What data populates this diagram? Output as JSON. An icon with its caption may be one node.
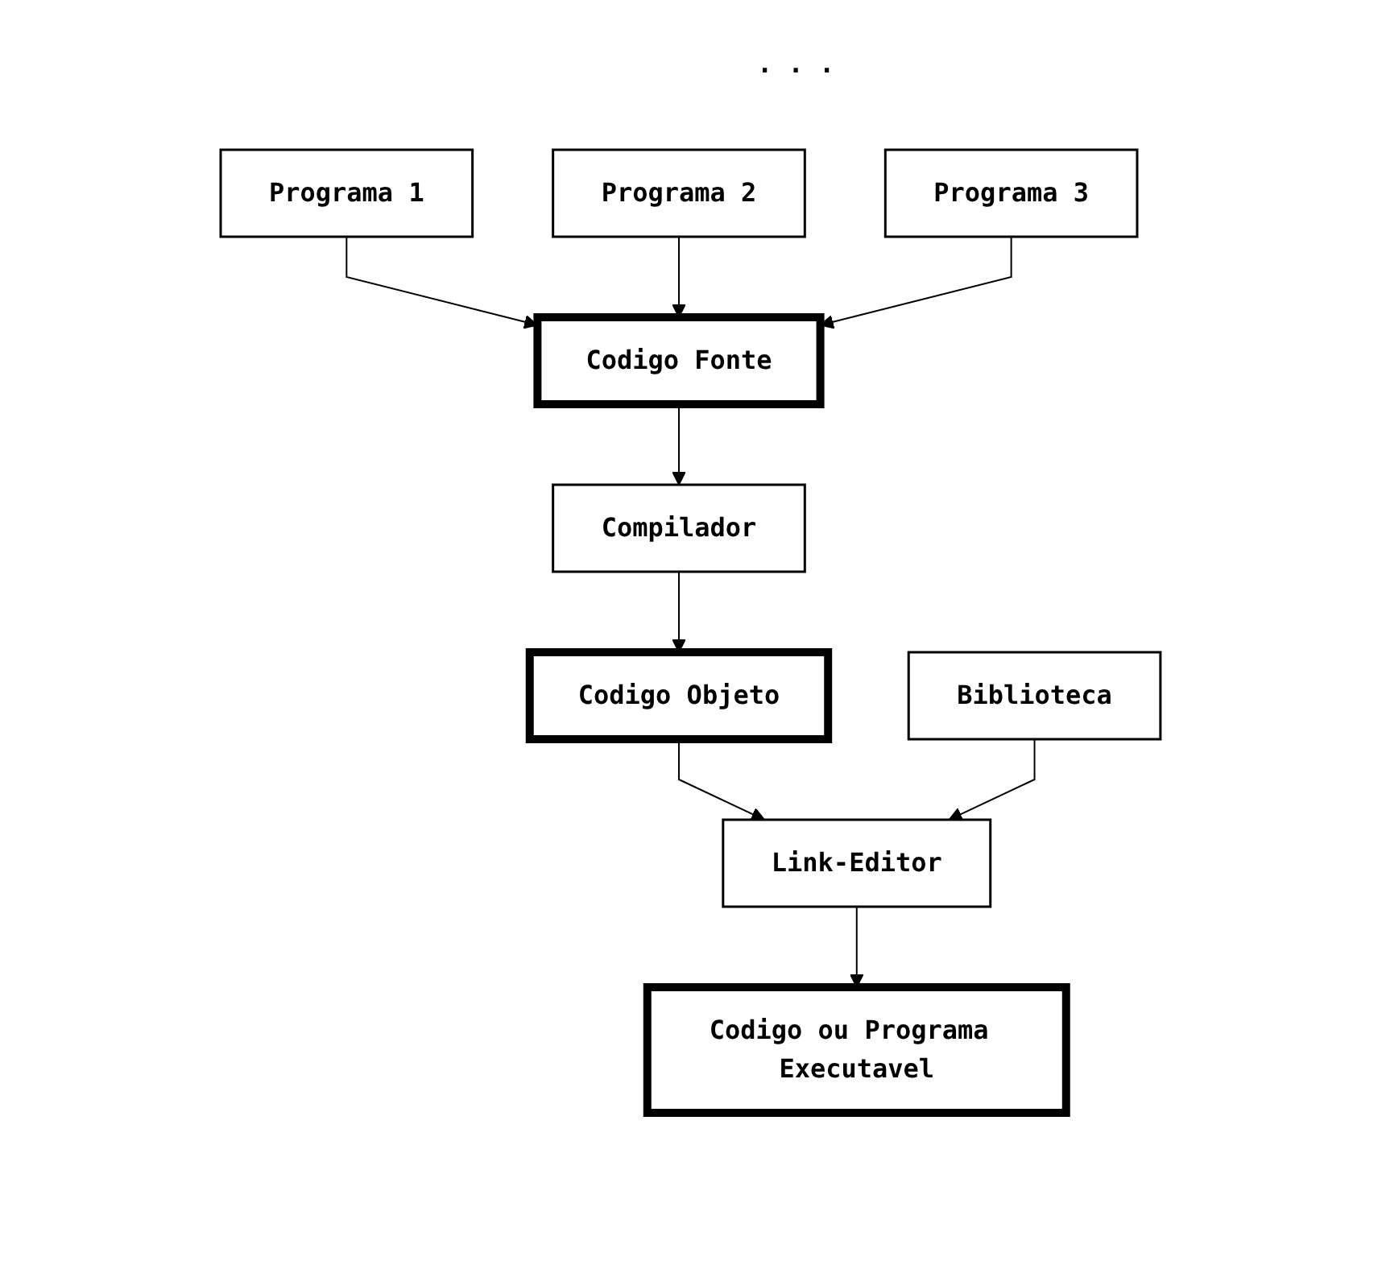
{
  "diagram": {
    "nodes": [
      {
        "text": [
          "Programa 1"
        ]
      },
      {
        "text": [
          "Programa 2"
        ]
      },
      {
        "text": [
          "Programa 3"
        ]
      },
      {
        "text": [
          "Codigo Fonte"
        ]
      },
      {
        "text": [
          "Compilador"
        ]
      },
      {
        "text": [
          "Codigo Objeto"
        ]
      },
      {
        "text": [
          "Biblioteca"
        ]
      },
      {
        "text": [
          "Link-Editor"
        ]
      },
      {
        "text": [
          "Codigo ou Programa Executavel"
        ]
      }
    ],
    "edges": [
      {
        "from": 0,
        "to": 3,
        "arrow": "to"
      },
      {
        "from": 1,
        "to": 3,
        "arrow": "to"
      },
      {
        "from": 2,
        "to": 3,
        "arrow": "to"
      },
      {
        "from": 3,
        "to": 4,
        "arrow": "to"
      },
      {
        "from": 4,
        "to": 5,
        "arrow": "to"
      },
      {
        "from": 5,
        "to": 7,
        "arrow": "to"
      },
      {
        "from": 6,
        "to": 7,
        "arrow": "to"
      },
      {
        "from": 7,
        "to": 8,
        "arrow": "to"
      }
    ],
    "labels": [
      ". . ."
    ]
  }
}
